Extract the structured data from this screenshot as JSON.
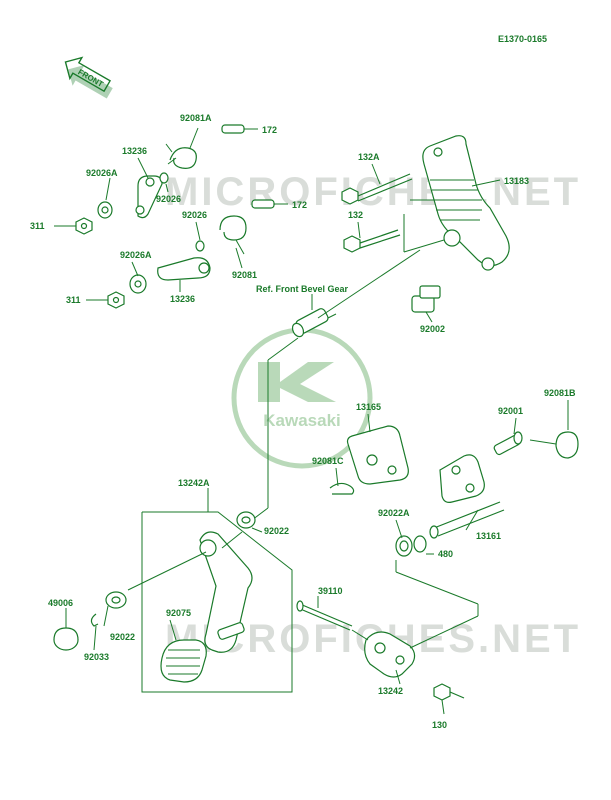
{
  "diagram_code": "E1370-0165",
  "front_label": "FRONT",
  "ref_note": "Ref. Front Bevel Gear",
  "logo_text": "Kawasaki",
  "watermarks": [
    "MICROFICHES.NET",
    "MICROFICHES.NET"
  ],
  "colors": {
    "ink": "#1a7a2a",
    "logo": "#b9d9b9",
    "watermark": "#d9ddd9"
  },
  "labels": {
    "l92081A": "92081A",
    "l172a": "172",
    "l13236a": "13236",
    "l92026Aa": "92026A",
    "l92026a": "92026",
    "l311a": "311",
    "l92026b": "92026",
    "l172b": "172",
    "l92026Ab": "92026A",
    "l92081": "92081",
    "l311b": "311",
    "l13236b": "13236",
    "l132A": "132A",
    "l13183": "13183",
    "l132": "132",
    "l92002": "92002",
    "l13165": "13165",
    "l92081C": "92081C",
    "l92001": "92001",
    "l92081B": "92081B",
    "l13242A": "13242A",
    "l92022a": "92022",
    "l92022A": "92022A",
    "l480": "480",
    "l13161": "13161",
    "l39110": "39110",
    "l49006": "49006",
    "l92075": "92075",
    "l92022b": "92022",
    "l92033": "92033",
    "l13242": "13242",
    "l130": "130"
  }
}
